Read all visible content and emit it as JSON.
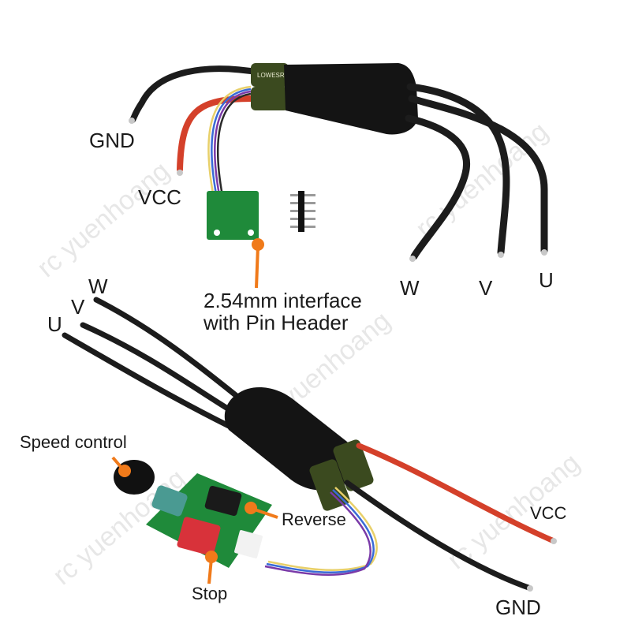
{
  "labels": {
    "top_gnd": "GND",
    "top_vcc": "VCC",
    "top_w": "W",
    "top_v": "V",
    "top_u": "U",
    "interface_line1": "2.54mm interface",
    "interface_line2": "with Pin Header",
    "bottom_w": "W",
    "bottom_v": "V",
    "bottom_u": "U",
    "speed_control": "Speed control",
    "reverse": "Reverse",
    "stop": "Stop",
    "bottom_vcc": "VCC",
    "bottom_gnd": "GND"
  },
  "watermark": "rc yuenhoang",
  "colors": {
    "wire_black": "#1c1c1c",
    "wire_red": "#d4402a",
    "pcb_green": "#1f8a3a",
    "callout_orange": "#f07a1a",
    "capacitor_green": "#3b4a1f",
    "switch_red": "#d8323a",
    "knob_teal": "#4a9a92"
  }
}
